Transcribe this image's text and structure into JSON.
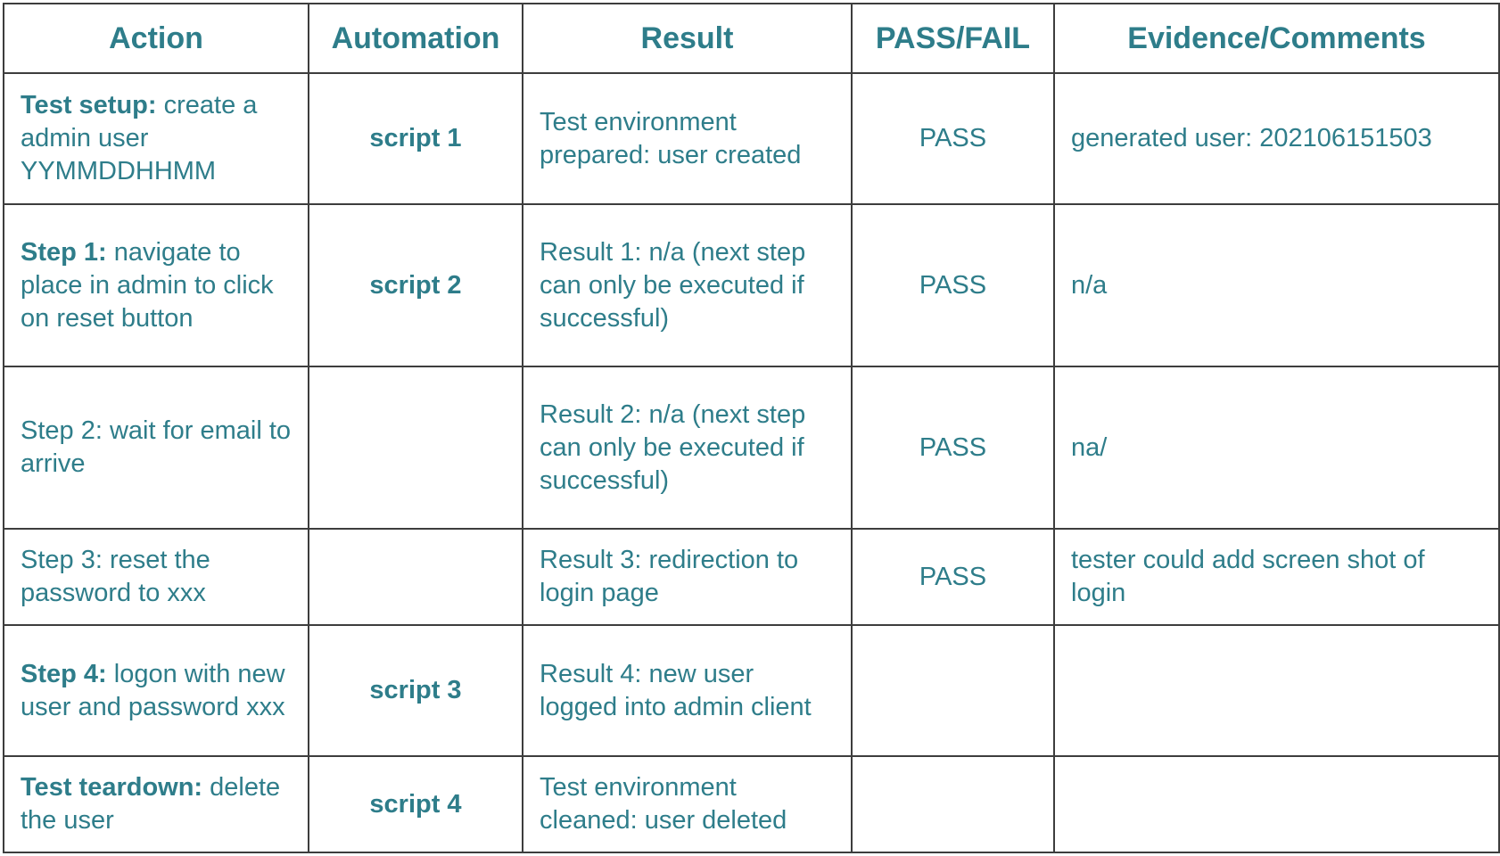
{
  "columns": [
    "Action",
    "Automation",
    "Result",
    "PASS/FAIL",
    "Evidence/Comments"
  ],
  "rows": [
    {
      "action_bold": "Test setup:",
      "action_text": " create a admin user YYMMDDHHMM",
      "automation": "script 1",
      "result": "Test environment prepared: user created",
      "status": "PASS",
      "evidence": "generated user: 202106151503"
    },
    {
      "action_bold": "Step 1:",
      "action_text": " navigate to place in admin to click on reset button",
      "automation": "script 2",
      "result": "Result 1: n/a (next step can only be executed if successful)",
      "status": "PASS",
      "evidence": "n/a"
    },
    {
      "action_bold": "",
      "action_text": "Step 2: wait for email to arrive",
      "automation": "",
      "result": "Result 2: n/a (next step can only be executed if successful)",
      "status": "PASS",
      "evidence": "na/"
    },
    {
      "action_bold": "",
      "action_text": "Step 3: reset the password to xxx",
      "automation": "",
      "result": "Result 3: redirection to login page",
      "status": "PASS",
      "evidence": "tester could add screen shot of login"
    },
    {
      "action_bold": "Step 4:",
      "action_text": " logon with new user and password xxx",
      "automation": "script 3",
      "result": "Result 4: new user logged into admin client",
      "status": "",
      "evidence": ""
    },
    {
      "action_bold": "Test teardown:",
      "action_text": " delete the user",
      "automation": "script 4",
      "result": "Test environment cleaned: user deleted",
      "status": "",
      "evidence": ""
    }
  ]
}
